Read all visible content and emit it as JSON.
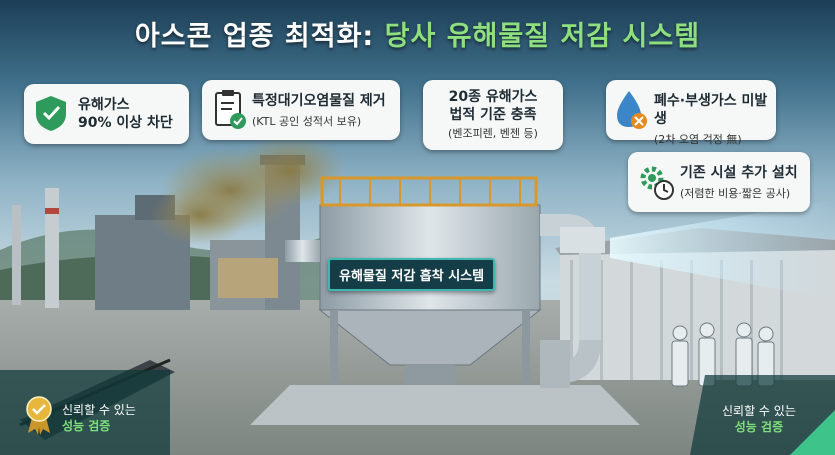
{
  "title": {
    "prefix": "아스콘 업종 최적화:",
    "highlight": "당사 유해물질 저감 시스템"
  },
  "callouts": [
    {
      "id": "gas",
      "line1": "유해가스",
      "line2": "90% 이상 차단",
      "icon": "shield-check-icon",
      "color": "#2e9a5b"
    },
    {
      "id": "ktl",
      "line1": "특정대기오염물질 제거",
      "sub": "(KTL 공인 성적서 보유)",
      "icon": "clipboard-check-icon",
      "color": "#2e9a5b"
    },
    {
      "id": "legal",
      "line1": "20종 유해가스",
      "line2": "법적 기준 충족",
      "sub": "(벤조피렌, 벤젠 등)"
    },
    {
      "id": "water",
      "line1": "폐수·부생가스 미발생",
      "sub": "(2차 오염 걱정 無)",
      "icon": "water-drop-x-icon",
      "color": "#3a86c8"
    },
    {
      "id": "facility",
      "line1": "기존 시설 추가 설치",
      "sub": "(저렴한 비용·짧은 공사)",
      "icon": "gear-clock-icon",
      "color": "#2e9a5b"
    }
  ],
  "system_label": "유해물질 저감 흡착 시스템",
  "badge_left": {
    "line1": "신뢰할 수 있는",
    "line2": "성능 검증",
    "icon": "medal-check-icon"
  },
  "badge_right": {
    "line1": "신뢰할 수 있는",
    "line2": "성능 검증"
  },
  "colors": {
    "accent_green": "#7fe07a",
    "plate_bg": "#153d47",
    "plate_border": "#3fb6ae"
  }
}
